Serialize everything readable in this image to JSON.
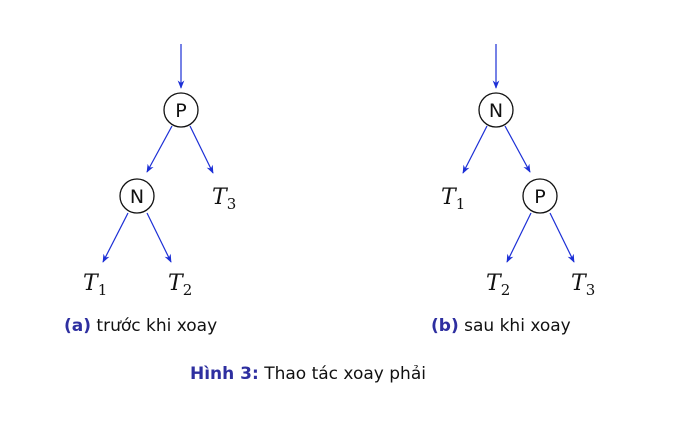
{
  "panel_a": {
    "root": "P",
    "child": "N",
    "subtrees": [
      {
        "letter": "T",
        "index": "1"
      },
      {
        "letter": "T",
        "index": "2"
      },
      {
        "letter": "T",
        "index": "3"
      }
    ],
    "caption_tag": "(a)",
    "caption_text": "trước khi xoay"
  },
  "panel_b": {
    "root": "N",
    "child": "P",
    "subtrees": [
      {
        "letter": "T",
        "index": "1"
      },
      {
        "letter": "T",
        "index": "2"
      },
      {
        "letter": "T",
        "index": "3"
      }
    ],
    "caption_tag": "(b)",
    "caption_text": "sau khi xoay"
  },
  "figure": {
    "label": "Hình 3:",
    "title": "Thao tác xoay phải"
  },
  "colors": {
    "arrow": "#1c2fd6",
    "caption_tag": "#2e2fa0"
  }
}
